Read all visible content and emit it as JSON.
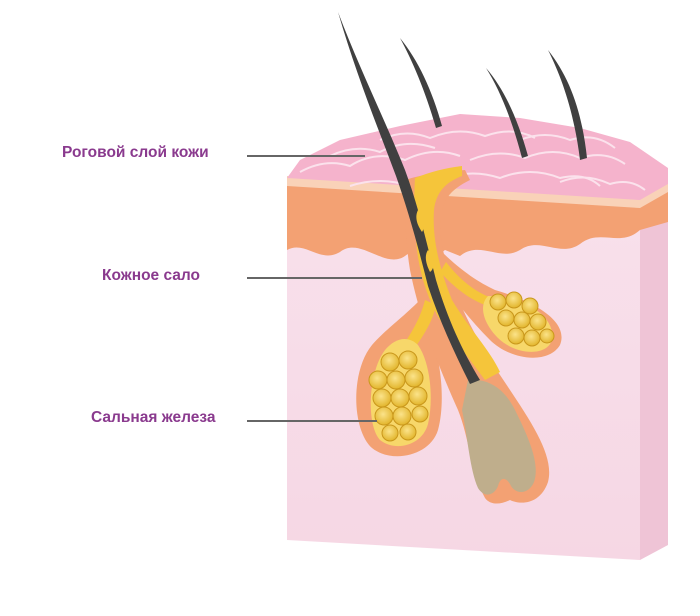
{
  "labels": {
    "stratum_corneum": "Роговой слой кожи",
    "sebum": "Кожное сало",
    "sebaceous_gland": "Сальная железа"
  },
  "colors": {
    "label_text": "#8a3a8e",
    "leader_line": "#666666",
    "dermis": "#f7dde8",
    "dermis_side": "#efc4d6",
    "epidermis_orange": "#f3a173",
    "stratum_pink": "#f5b3cc",
    "sebum_yellow": "#f5c53a",
    "hair": "#404040",
    "hair_bulb": "#bfae8c"
  },
  "icons": [
    "hair-strand-icon",
    "sebaceous-gland-icon",
    "hair-follicle-icon"
  ]
}
